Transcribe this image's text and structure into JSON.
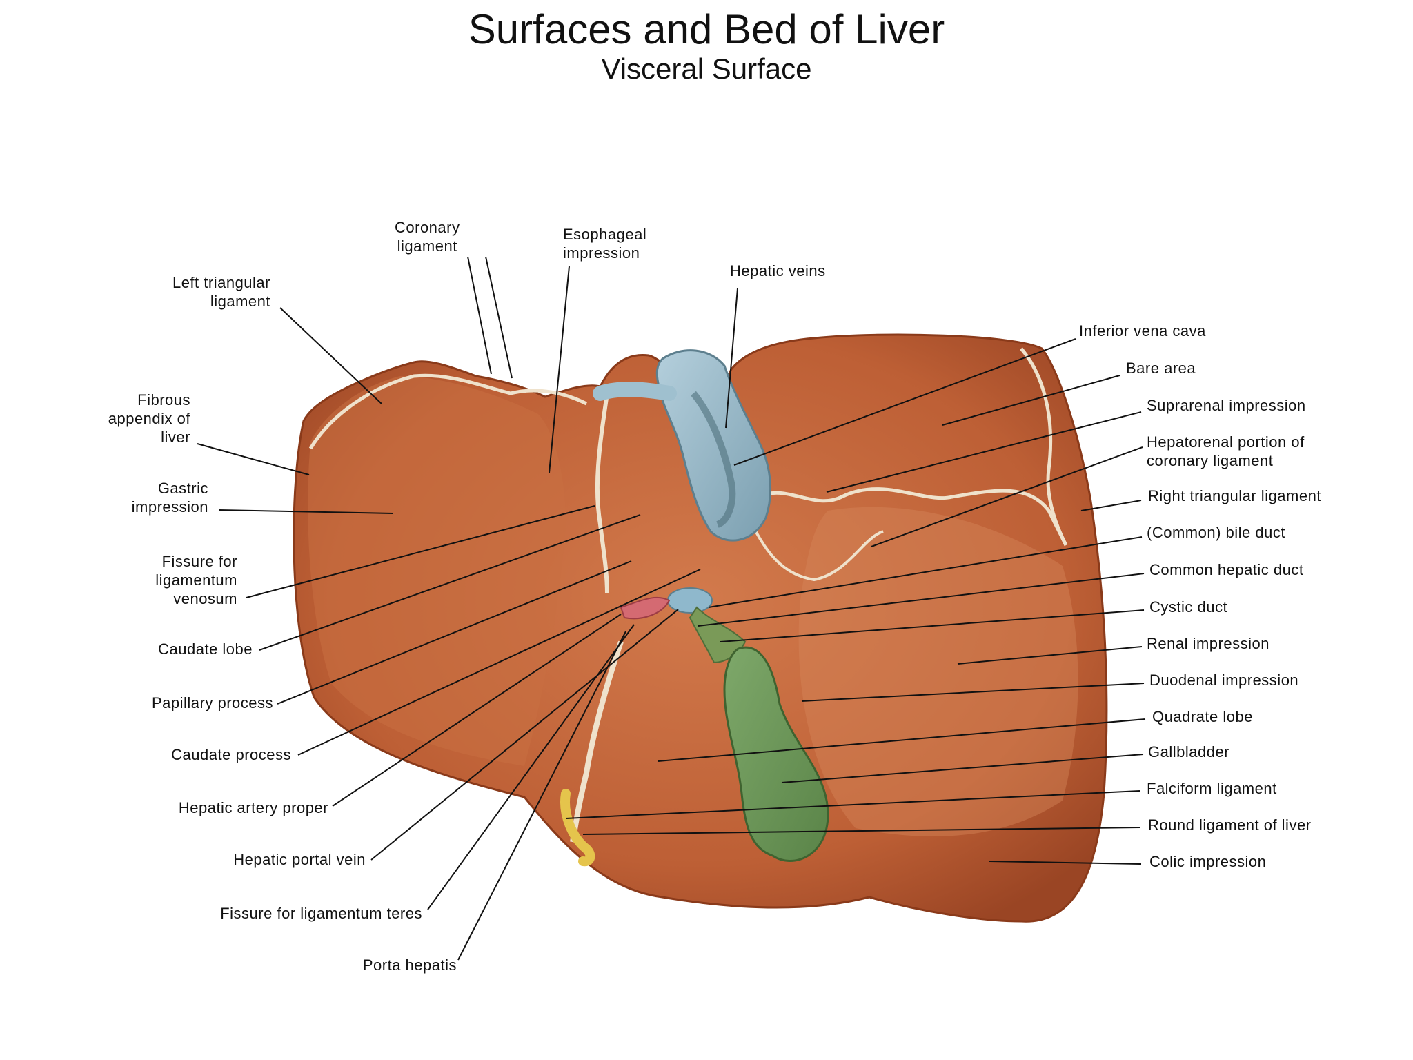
{
  "title": "Surfaces and Bed of Liver",
  "subtitle": "Visceral Surface",
  "labels": {
    "coronary_ligament": "Coronary\nligament",
    "esophageal_impression": "Esophageal\nimpression",
    "hepatic_veins": "Hepatic veins",
    "left_triangular_ligament": "Left triangular\nligament",
    "fibrous_appendix": "Fibrous\nappendix of\nliver",
    "gastric_impression": "Gastric\nimpression",
    "fissure_ligamentum_venosum": "Fissure for\nligamentum\nvenosum",
    "caudate_lobe": "Caudate lobe",
    "papillary_process": "Papillary process",
    "caudate_process": "Caudate process",
    "hepatic_artery_proper": "Hepatic artery proper",
    "hepatic_portal_vein": "Hepatic portal vein",
    "fissure_ligamentum_teres": "Fissure for ligamentum teres",
    "porta_hepatis": "Porta hepatis",
    "inferior_vena_cava": "Inferior vena cava",
    "bare_area": "Bare area",
    "suprarenal_impression": "Suprarenal impression",
    "hepatorenal_portion": "Hepatorenal portion of\ncoronary ligament",
    "right_triangular_ligament": "Right triangular ligament",
    "common_bile_duct": "(Common) bile duct",
    "common_hepatic_duct": "Common hepatic duct",
    "cystic_duct": "Cystic duct",
    "renal_impression": "Renal impression",
    "duodenal_impression": "Duodenal impression",
    "quadrate_lobe": "Quadrate lobe",
    "gallbladder": "Gallbladder",
    "falciform_ligament": "Falciform ligament",
    "round_ligament": "Round ligament of liver",
    "colic_impression": "Colic impression"
  },
  "colors": {
    "liver": "#c0643a",
    "liver_dark": "#8f3d1e",
    "liver_light": "#d8875a",
    "ligament": "#e8d8c0",
    "vein_blue": "#8fb3c4",
    "gallbladder": "#6e9a5c",
    "leader": "#111111"
  }
}
